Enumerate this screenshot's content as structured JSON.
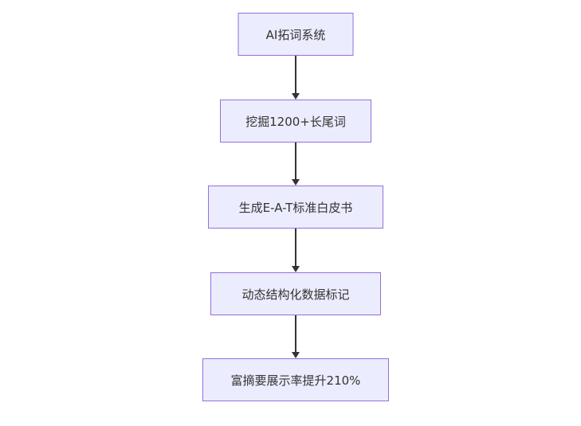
{
  "diagram": {
    "type": "flowchart",
    "direction": "top-down",
    "background": "#FFFFFF",
    "colors": {
      "node_fill": "#ECECFF",
      "node_border": "#9370DB",
      "edge": "#333333",
      "text": "#333333"
    },
    "nodes": [
      {
        "id": "A",
        "label": "AI拓词系统"
      },
      {
        "id": "B",
        "label": "挖掘1200+长尾词"
      },
      {
        "id": "C",
        "label": "生成E-A-T标准白皮书"
      },
      {
        "id": "D",
        "label": "动态结构化数据标记"
      },
      {
        "id": "E",
        "label": "富摘要展示率提升210%"
      }
    ],
    "edges": [
      {
        "from": "A",
        "to": "B",
        "style": "arrow"
      },
      {
        "from": "B",
        "to": "C",
        "style": "arrow"
      },
      {
        "from": "C",
        "to": "D",
        "style": "arrow"
      },
      {
        "from": "D",
        "to": "E",
        "style": "arrow"
      }
    ]
  }
}
